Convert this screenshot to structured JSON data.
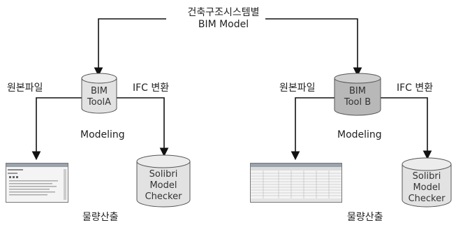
{
  "top_label": {
    "line1": "건축구조시스템별",
    "line2": "BIM Model"
  },
  "left": {
    "source_file": "원본파일",
    "ifc_convert": "IFC 변환",
    "tool": {
      "line1": "BIM",
      "line2": "ToolA"
    },
    "modeling": "Modeling",
    "checker": {
      "line1": "Solibri",
      "line2": "Model",
      "line3": "Checker"
    },
    "quantity": "물량산출"
  },
  "right": {
    "source_file": "원본파일",
    "ifc_convert": "IFC 변환",
    "tool": {
      "line1": "BIM",
      "line2": "Tool B"
    },
    "modeling": "Modeling",
    "checker": {
      "line1": "Solibri",
      "line2": "Model",
      "line3": "Checker"
    },
    "quantity": "물량산출"
  },
  "colors": {
    "cyl_light": "#e2e2e2",
    "cyl_dark": "#b8b8b8",
    "line": "#111111"
  }
}
